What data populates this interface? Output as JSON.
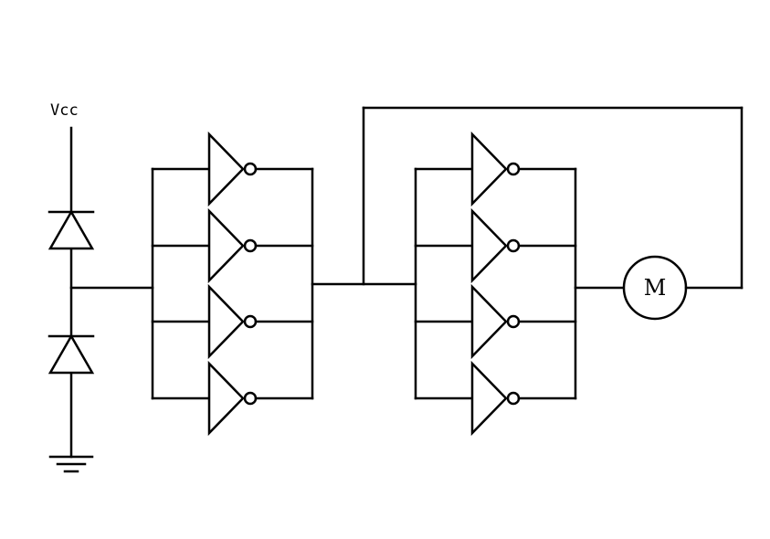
{
  "diagram": {
    "supply_label": "Vcc",
    "motor_label": "M",
    "left_bank": {
      "inverter_count": 4
    },
    "right_bank": {
      "inverter_count": 4
    },
    "diodes": 2
  }
}
